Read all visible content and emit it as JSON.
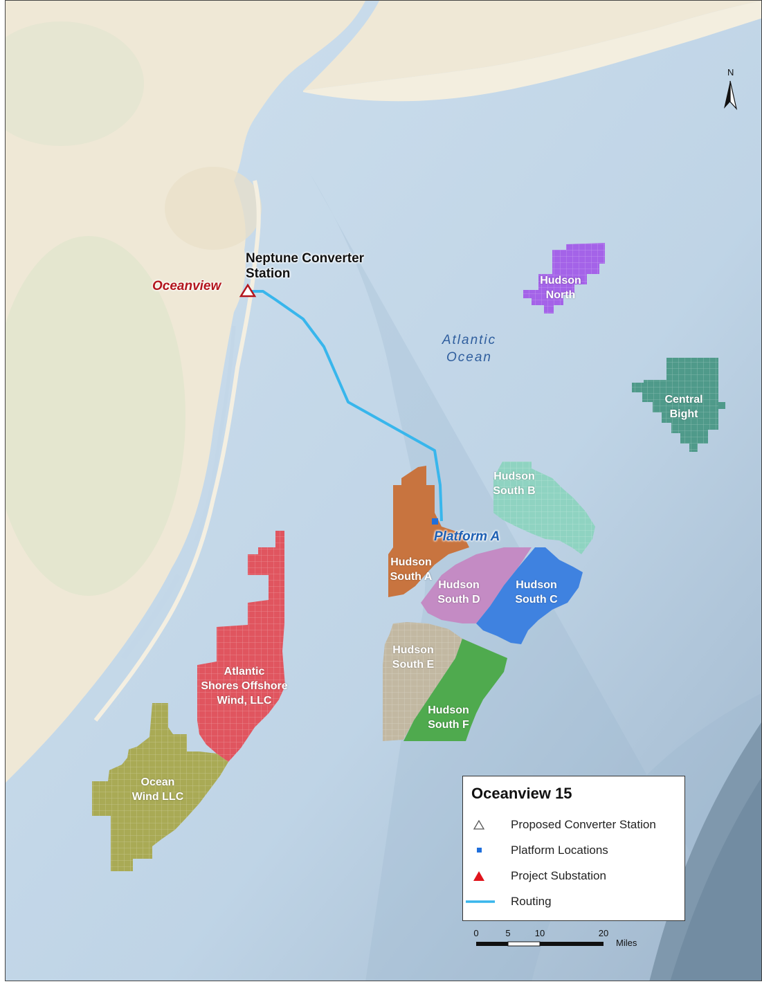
{
  "map": {
    "legend": {
      "title": "Oceanview 15",
      "items": [
        {
          "label": "Proposed Converter Station",
          "symbol": "open-triangle-icon"
        },
        {
          "label": "Platform Locations",
          "symbol": "blue-square-icon"
        },
        {
          "label": "Project Substation",
          "symbol": "red-triangle-icon"
        },
        {
          "label": "Routing",
          "symbol": "blue-line-icon"
        }
      ]
    },
    "labels": {
      "station": "Neptune Converter\nStation",
      "oceanview": "Oceanview",
      "platform": "Platform A",
      "ocean": "Atlantic\nOcean"
    },
    "areas": [
      {
        "name": "Hudson\nNorth",
        "color": "#a463e8"
      },
      {
        "name": "Central\nBight",
        "color": "#4f9a8a"
      },
      {
        "name": "Hudson\nSouth B",
        "color": "#8fd3c1"
      },
      {
        "name": "Hudson\nSouth A",
        "color": "#c8743f"
      },
      {
        "name": "Hudson\nSouth D",
        "color": "#c48bc4"
      },
      {
        "name": "Hudson\nSouth C",
        "color": "#3f82e0"
      },
      {
        "name": "Hudson\nSouth E",
        "color": "#c2b8a2"
      },
      {
        "name": "Hudson\nSouth F",
        "color": "#4faa4e"
      },
      {
        "name": "Atlantic\nShores Offshore\nWind, LLC",
        "color": "#e0555f"
      },
      {
        "name": "Ocean\nWind LLC",
        "color": "#a9aa55"
      }
    ],
    "north_arrow": "N",
    "scale_bar": {
      "ticks": [
        "0",
        "5",
        "10",
        "20"
      ],
      "unit": "Miles"
    },
    "colors": {
      "water": "#c3d7e8",
      "land": "#efe8d6",
      "route": "#38b6ec",
      "substation": "#e0141c",
      "platform": "#1f6fdc"
    }
  }
}
